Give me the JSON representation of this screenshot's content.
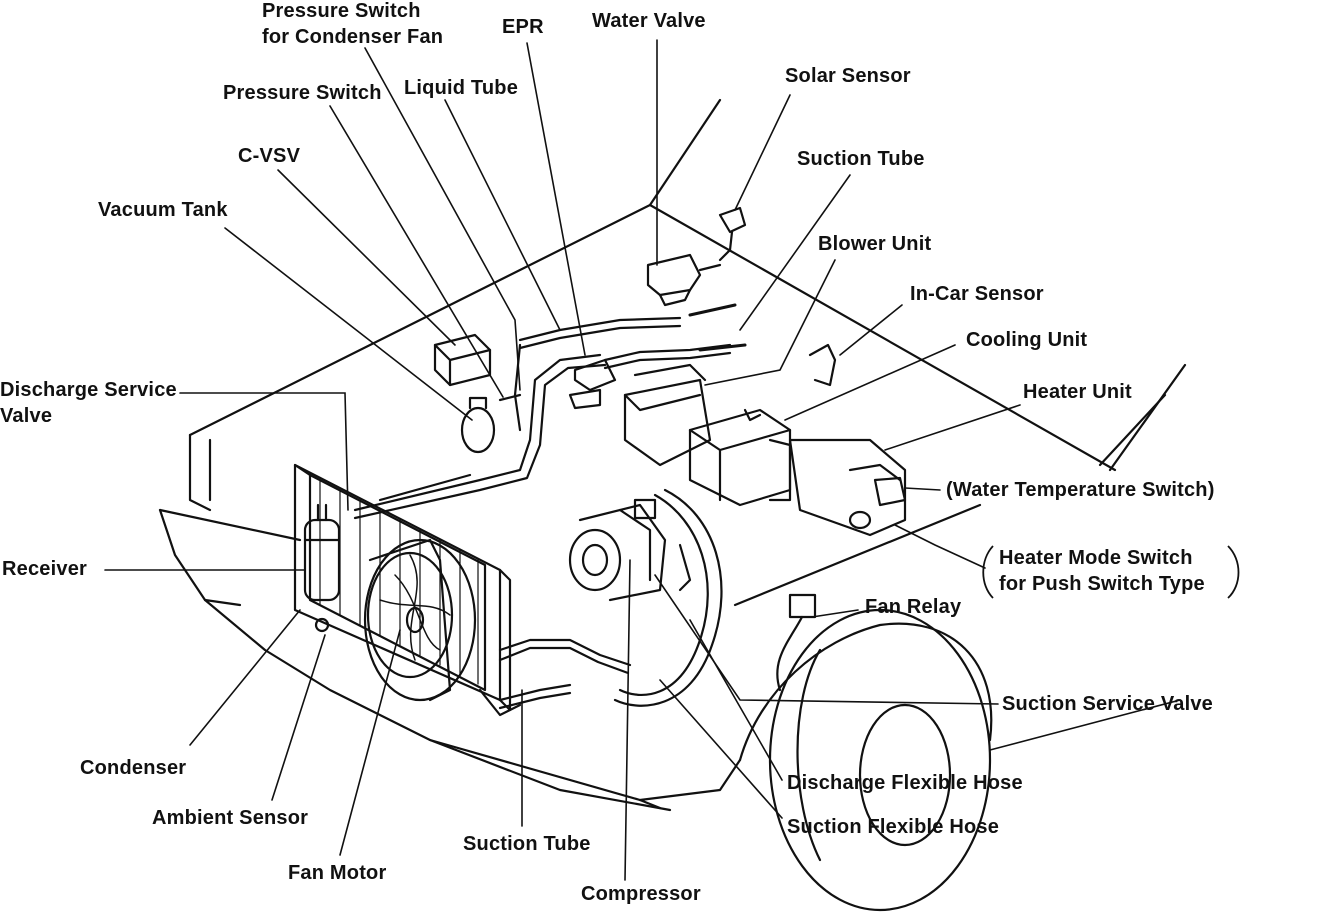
{
  "labels": {
    "pressure_switch_condenser_fan": [
      "Pressure Switch",
      "for Condenser Fan"
    ],
    "epr": "EPR",
    "water_valve": "Water Valve",
    "solar_sensor": "Solar Sensor",
    "pressure_switch": "Pressure Switch",
    "liquid_tube": "Liquid Tube",
    "suction_tube_top": "Suction Tube",
    "c_vsv": "C-VSV",
    "blower_unit": "Blower Unit",
    "vacuum_tank": "Vacuum Tank",
    "in_car_sensor": "In-Car Sensor",
    "cooling_unit": "Cooling Unit",
    "discharge_service_valve": [
      "Discharge Service",
      "Valve"
    ],
    "heater_unit": "Heater Unit",
    "water_temperature_switch": "(Water Temperature Switch)",
    "receiver": "Receiver",
    "heater_mode_switch": [
      "Heater Mode Switch",
      "for Push Switch Type"
    ],
    "fan_relay": "Fan Relay",
    "suction_service_valve": "Suction Service Valve",
    "condenser": "Condenser",
    "discharge_flexible_hose": "Discharge Flexible Hose",
    "ambient_sensor": "Ambient Sensor",
    "suction_flexible_hose": "Suction Flexible Hose",
    "suction_tube_bottom": "Suction Tube",
    "fan_motor": "Fan Motor",
    "compressor": "Compressor"
  }
}
